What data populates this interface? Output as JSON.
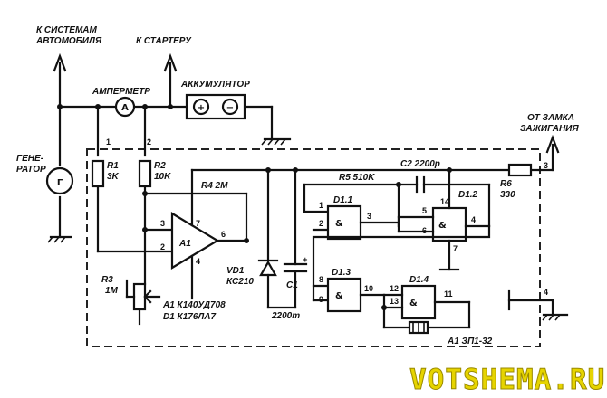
{
  "labels": {
    "to_car_systems_1": "К СИСТЕМАМ",
    "to_car_systems_2": "АВТОМОБИЛЯ",
    "to_starter": "К СТАРТЕРУ",
    "ammeter": "АМПЕРМЕТР",
    "battery": "АККУМУЛЯТОР",
    "from_ignition_1": "ОТ ЗАМКА",
    "from_ignition_2": "ЗАЖИГАНИЯ",
    "generator_1": "ГЕНЕ-",
    "generator_2": "РАТОР"
  },
  "symbols": {
    "ammeter": "A",
    "generator": "Г",
    "battery_plus": "+",
    "battery_minus": "−",
    "opamp": "A1",
    "and_gate": "&"
  },
  "terminals": {
    "t1": "1",
    "t2": "2",
    "t3": "3",
    "t4": "4"
  },
  "components": {
    "r1_name": "R1",
    "r1_value": "3K",
    "r2_name": "R2",
    "r2_value": "10K",
    "r3_name": "R3",
    "r3_value": "1M",
    "r4": "R4  2M",
    "r5": "R5  510K",
    "r6_name": "R6",
    "r6_value": "330",
    "c1_name": "C1",
    "c1_value": "2200m",
    "c2": "C2 2200p",
    "vd1_name": "VD1",
    "vd1_value": "КС210",
    "d11": "D1.1",
    "d12": "D1.2",
    "d13": "D1.3",
    "d14": "D1.4",
    "a1_part": "A1 К140УД708",
    "d1_part": "D1 К176ЛА7",
    "relay": "A1 ЗП1-32"
  },
  "pins": {
    "a1_in_plus": "3",
    "a1_in_minus": "2",
    "a1_v": "7",
    "a1_out": "6",
    "a1_gnd": "4",
    "d11_a": "1",
    "d11_b": "2",
    "d11_out": "3",
    "d12_a": "5",
    "d12_b": "6",
    "d12_v": "14",
    "d12_out": "4",
    "d12_gnd": "7",
    "d13_a": "8",
    "d13_b": "9",
    "d13_out": "10",
    "d14_a": "12",
    "d14_b": "13",
    "d14_out": "11"
  },
  "watermark": "VOTSHEMA.RU"
}
